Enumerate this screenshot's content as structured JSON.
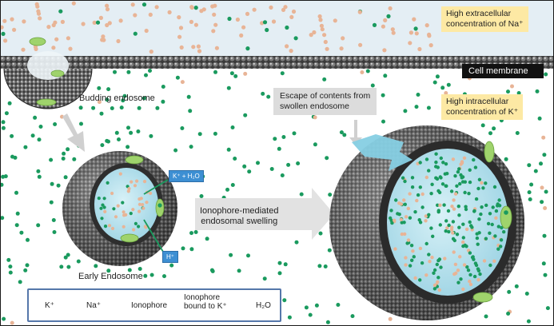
{
  "labels": {
    "extracellular": [
      "High extracellular",
      "concentration of Na⁺"
    ],
    "cell_membrane": "Cell membrane",
    "budding": "Budding endosome",
    "escape": [
      "Escape of contents from",
      "swollen endosome"
    ],
    "intracellular": [
      "High intracellular",
      "concentration of K⁺"
    ],
    "k_h2o_tag": "K⁺ + H₂O",
    "h_tag": "H⁺",
    "swelling": [
      "Ionophore-mediated",
      "endosomal swelling"
    ],
    "early_endosome": "Early Endosome"
  },
  "legend": {
    "k": "K⁺",
    "na": "Na⁺",
    "ionophore": "Ionophore",
    "ionophore_bound": [
      "Ionophore",
      "bound to K⁺"
    ],
    "h2o": "H₂O"
  },
  "colors": {
    "k_ion": "#1a9a5e",
    "na_ion": "#e8b496",
    "ionophore": "#9fd36c",
    "water": "#bfe6f0",
    "membrane_ball": "#4a4a4a",
    "top_band": "#e4eef4",
    "label_yellow": "#fde9a4",
    "tag_blue": "#3d8fd3"
  }
}
